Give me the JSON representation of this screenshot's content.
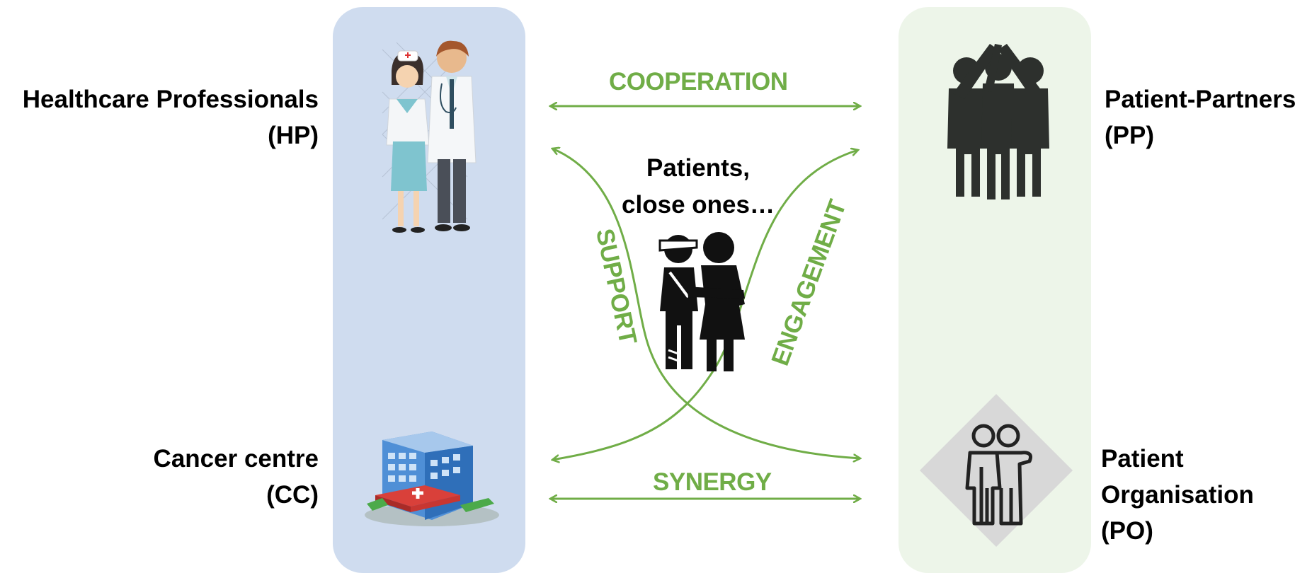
{
  "diagram": {
    "actors": {
      "hp": {
        "line1": "Healthcare Professionals",
        "line2": "(HP)",
        "icon": "doctor-nurse-icon"
      },
      "cc": {
        "line1": "Cancer centre",
        "line2": "(CC)",
        "icon": "hospital-building-icon"
      },
      "pp": {
        "line1": "Patient-Partners",
        "line2": "(PP)",
        "icon": "group-high-five-icon"
      },
      "po": {
        "line1": "Patient",
        "line2": "Organisation",
        "line3": "(PO)",
        "icon": "people-diamond-icon"
      }
    },
    "center": {
      "line1": "Patients,",
      "line2": "close ones…",
      "icon": "patient-and-companion-icon"
    },
    "relations": {
      "cooperation": "COOPERATION",
      "synergy": "SYNERGY",
      "support": "SUPPORT",
      "engagement": "ENGAGEMENT"
    },
    "colors": {
      "left_panel": "#cfdcef",
      "right_panel": "#edf5e9",
      "relation_green": "#70ad47",
      "text": "#000000"
    }
  }
}
